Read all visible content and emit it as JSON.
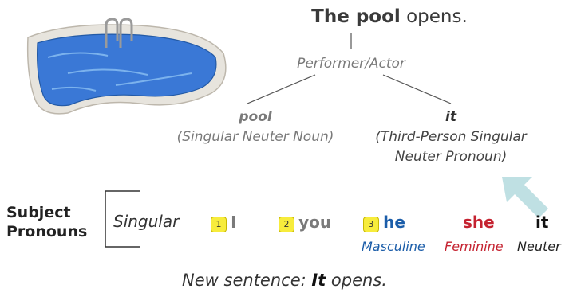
{
  "sentence": {
    "part1": "The pool",
    "part2": " opens."
  },
  "tree": {
    "role": "Performer/Actor",
    "left": {
      "head": "pool",
      "desc": "(Singular Neuter Noun)"
    },
    "right": {
      "head": "it",
      "desc_line1": "(Third-Person Singular",
      "desc_line2": "Neuter Pronoun)"
    }
  },
  "subject_pronouns": {
    "title_line1": "Subject",
    "title_line2": "Pronouns",
    "number": "Singular",
    "items": [
      {
        "badge": "1",
        "word": "I"
      },
      {
        "badge": "2",
        "word": "you"
      },
      {
        "badge": "3",
        "word": "he",
        "gender": "Masculine"
      },
      {
        "word": "she",
        "gender": "Feminine"
      },
      {
        "word": "it",
        "gender": "Neuter"
      }
    ]
  },
  "new_sentence": {
    "prefix": "New sentence: ",
    "subject": "It",
    "rest": " opens."
  },
  "colors": {
    "masculine": "#1b5da9",
    "feminine": "#c52230",
    "badge": "#f7ec3c",
    "arrow": "#bfe0e3",
    "water": "#3a78d6"
  },
  "icons": {
    "illustration": "swimming-pool-icon",
    "arrow": "arrow-up-left-icon"
  }
}
